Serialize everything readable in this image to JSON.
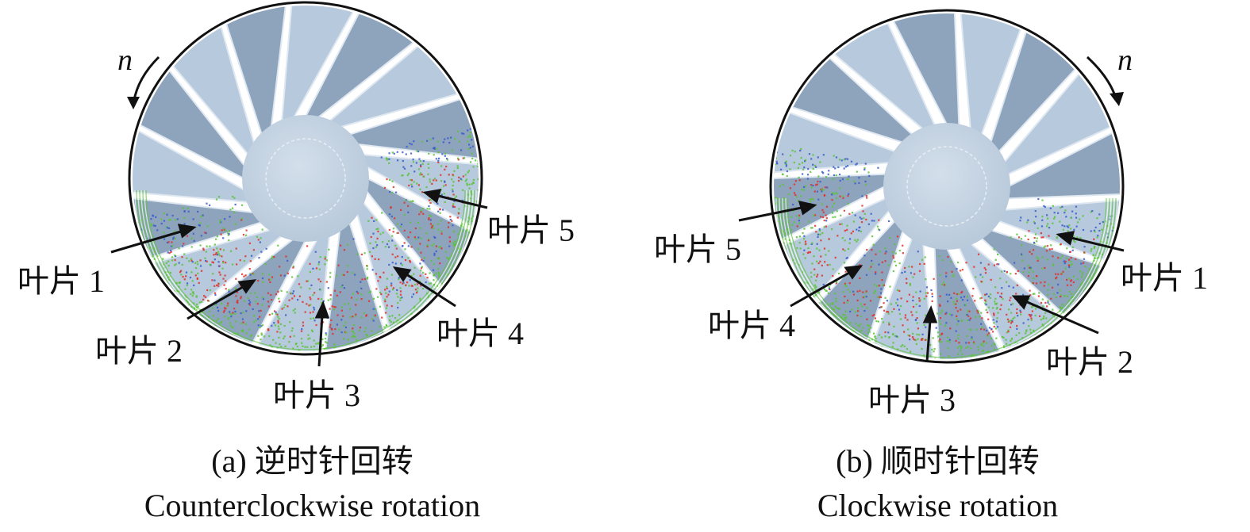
{
  "panels": [
    {
      "id": "a",
      "rotation_symbol": "n",
      "rotation_direction": "counterclockwise",
      "blade_labels": [
        "叶片 1",
        "叶片 2",
        "叶片 3",
        "叶片 4",
        "叶片 5"
      ],
      "caption_zh": "(a) 逆时针回转",
      "caption_en": "Counterclockwise rotation"
    },
    {
      "id": "b",
      "rotation_symbol": "n",
      "rotation_direction": "clockwise",
      "blade_labels": [
        "叶片 1",
        "叶片 2",
        "叶片 3",
        "叶片 4",
        "叶片 5"
      ],
      "caption_zh": "(b) 顺时针回转",
      "caption_en": "Clockwise rotation"
    }
  ],
  "colors": {
    "blade": "#b7c9dc",
    "blade_dark": "#8ea4bd",
    "hub": "#c7d5e3",
    "particles_red": "#e0302a",
    "particles_green": "#5cc33a",
    "particles_blue": "#3a5ccc",
    "casing": "#111111"
  }
}
